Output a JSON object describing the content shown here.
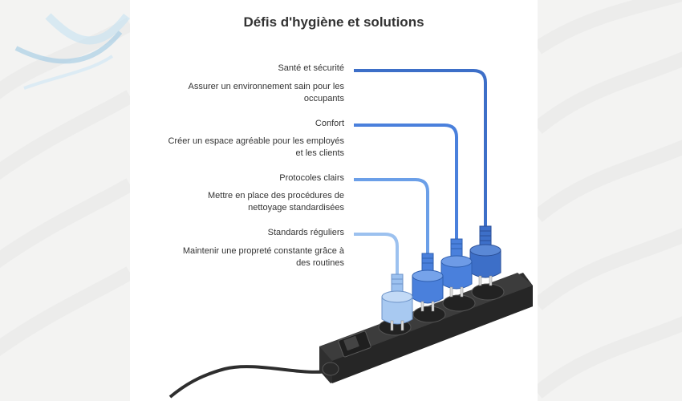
{
  "title": "Défis d'hygiène et solutions",
  "items": [
    {
      "heading": "Santé et sécurité",
      "description": "Assurer un environnement sain pour les occupants",
      "color": "#3d6fc8"
    },
    {
      "heading": "Confort",
      "description": "Créer un espace agréable pour les employés et les clients",
      "color": "#4a80dc"
    },
    {
      "heading": "Protocoles clairs",
      "description": "Mettre en place des procédures de nettoyage standardisées",
      "color": "#6b9fe8"
    },
    {
      "heading": "Standards réguliers",
      "description": "Maintenir une propreté constante grâce à des routines",
      "color": "#9cc1ef"
    }
  ],
  "colors": {
    "strip_body": "#2f2f2f",
    "strip_top": "#3c3c3c",
    "cable": "#2e2e2e"
  }
}
